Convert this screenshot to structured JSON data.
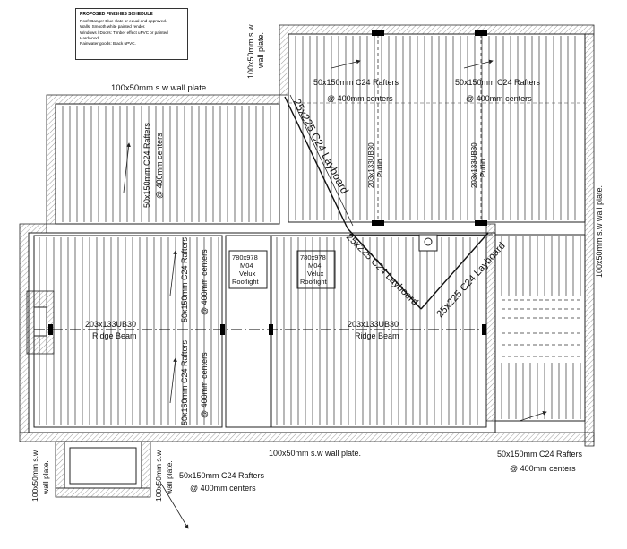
{
  "finishes_schedule": {
    "title": "PROPOSED FINISHES SCHEDULE",
    "lines": [
      "Roof: Banger Blue slate or equal and approved.",
      "Walls: Smooth white painted render.",
      "Windows / Doors: Timber effect uPVC or painted",
      "Hardwood.",
      "Rainwater goods: Black uPVC."
    ]
  },
  "labels": {
    "wall_plate_top": "100x50mm s.w wall plate.",
    "wall_plate_top_vert_1": "100x50mm s.w",
    "wall_plate_top_vert_2": "wall plate.",
    "wall_plate_right": "100x50mm s.w wall plate.",
    "wall_plate_bottom": "100x50mm s.w wall plate.",
    "wall_plate_bl_1": "100x50mm s.w",
    "wall_plate_bl_2": "wall plate.",
    "wall_plate_bl2_1": "100x50mm s.w",
    "wall_plate_bl2_2": "wall plate.",
    "rafters_150": "50x150mm C24 Rafters",
    "rafters_c24_150": "50x150mm C24 Rafters",
    "centers": "@ 400mm centers",
    "beam_size": "203x133UB30",
    "ridge_beam": "Ridge Beam",
    "purlin": "Purlin",
    "layboard": "25x225 C24 Layboard",
    "velux_size": "780x978",
    "velux_code": "M04",
    "velux_name": "Velux",
    "velux_type": "Rooflight"
  }
}
